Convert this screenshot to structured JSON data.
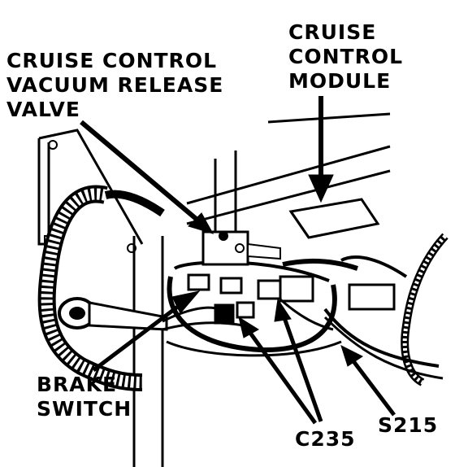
{
  "labels": {
    "vacuum_release_valve": [
      "CRUISE CONTROL",
      "VACUUM RELEASE",
      "VALVE"
    ],
    "control_module": [
      "CRUISE",
      "CONTROL",
      "MODULE"
    ],
    "brake_switch": [
      "BRAKE",
      "SWITCH"
    ],
    "c235": "C235",
    "s215": "S215"
  },
  "colors": {
    "ink": "#000000",
    "paper": "#ffffff"
  }
}
